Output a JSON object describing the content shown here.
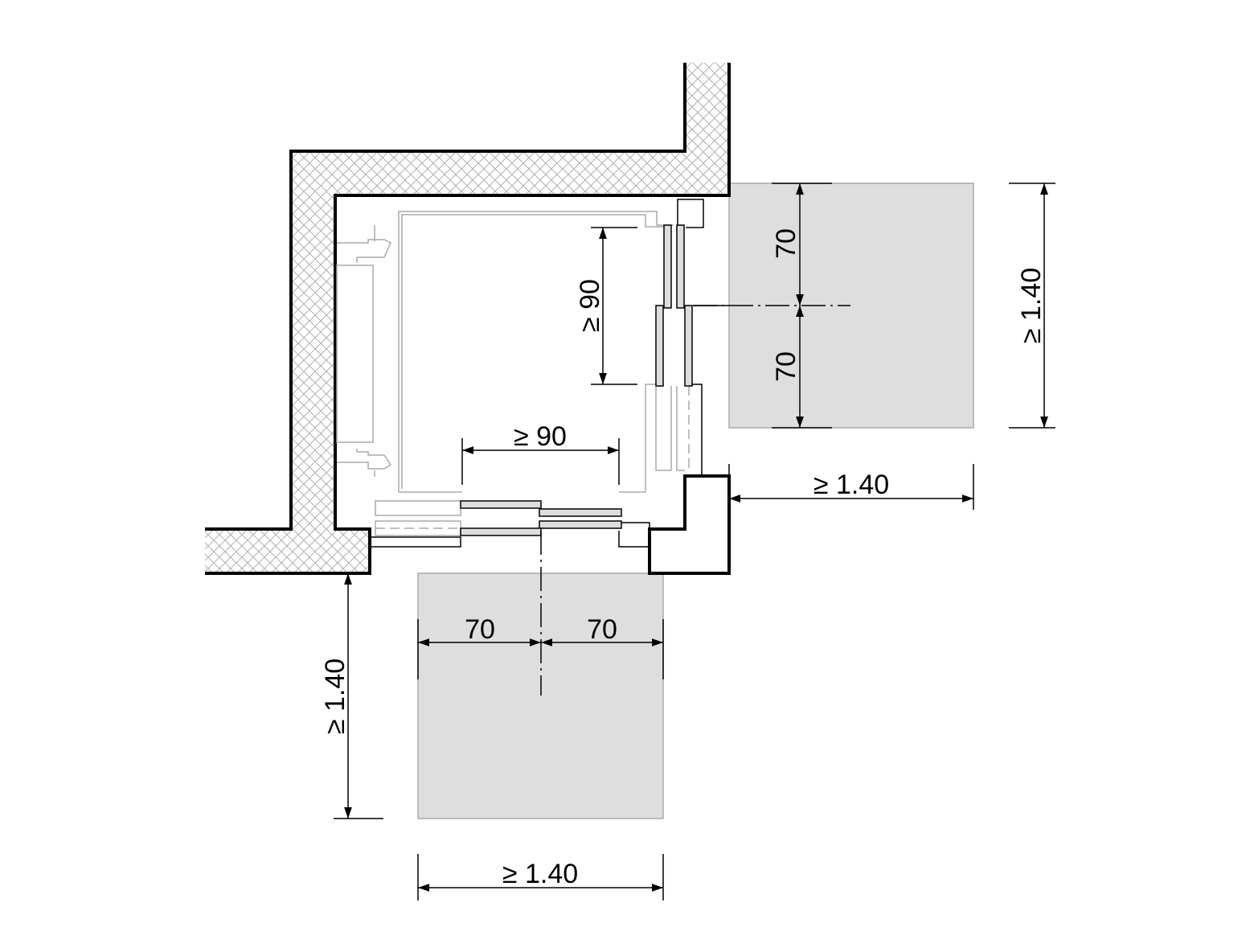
{
  "drawing": {
    "colors": {
      "wall_hatch": "#b0b0b0",
      "maneuver_zone": "#dedede",
      "door_panel": "#dddddd"
    },
    "dimensions": {
      "car_depth_min": "≥ 90",
      "car_width_min": "≥ 90",
      "right_zone_upper_half": "70",
      "right_zone_lower_half": "70",
      "right_zone_height": "≥ 1.40",
      "right_zone_width": "≥ 1.40",
      "bottom_zone_left_half": "70",
      "bottom_zone_right_half": "70",
      "bottom_zone_depth": "≥ 1.40",
      "bottom_zone_width": "≥ 1.40"
    }
  }
}
